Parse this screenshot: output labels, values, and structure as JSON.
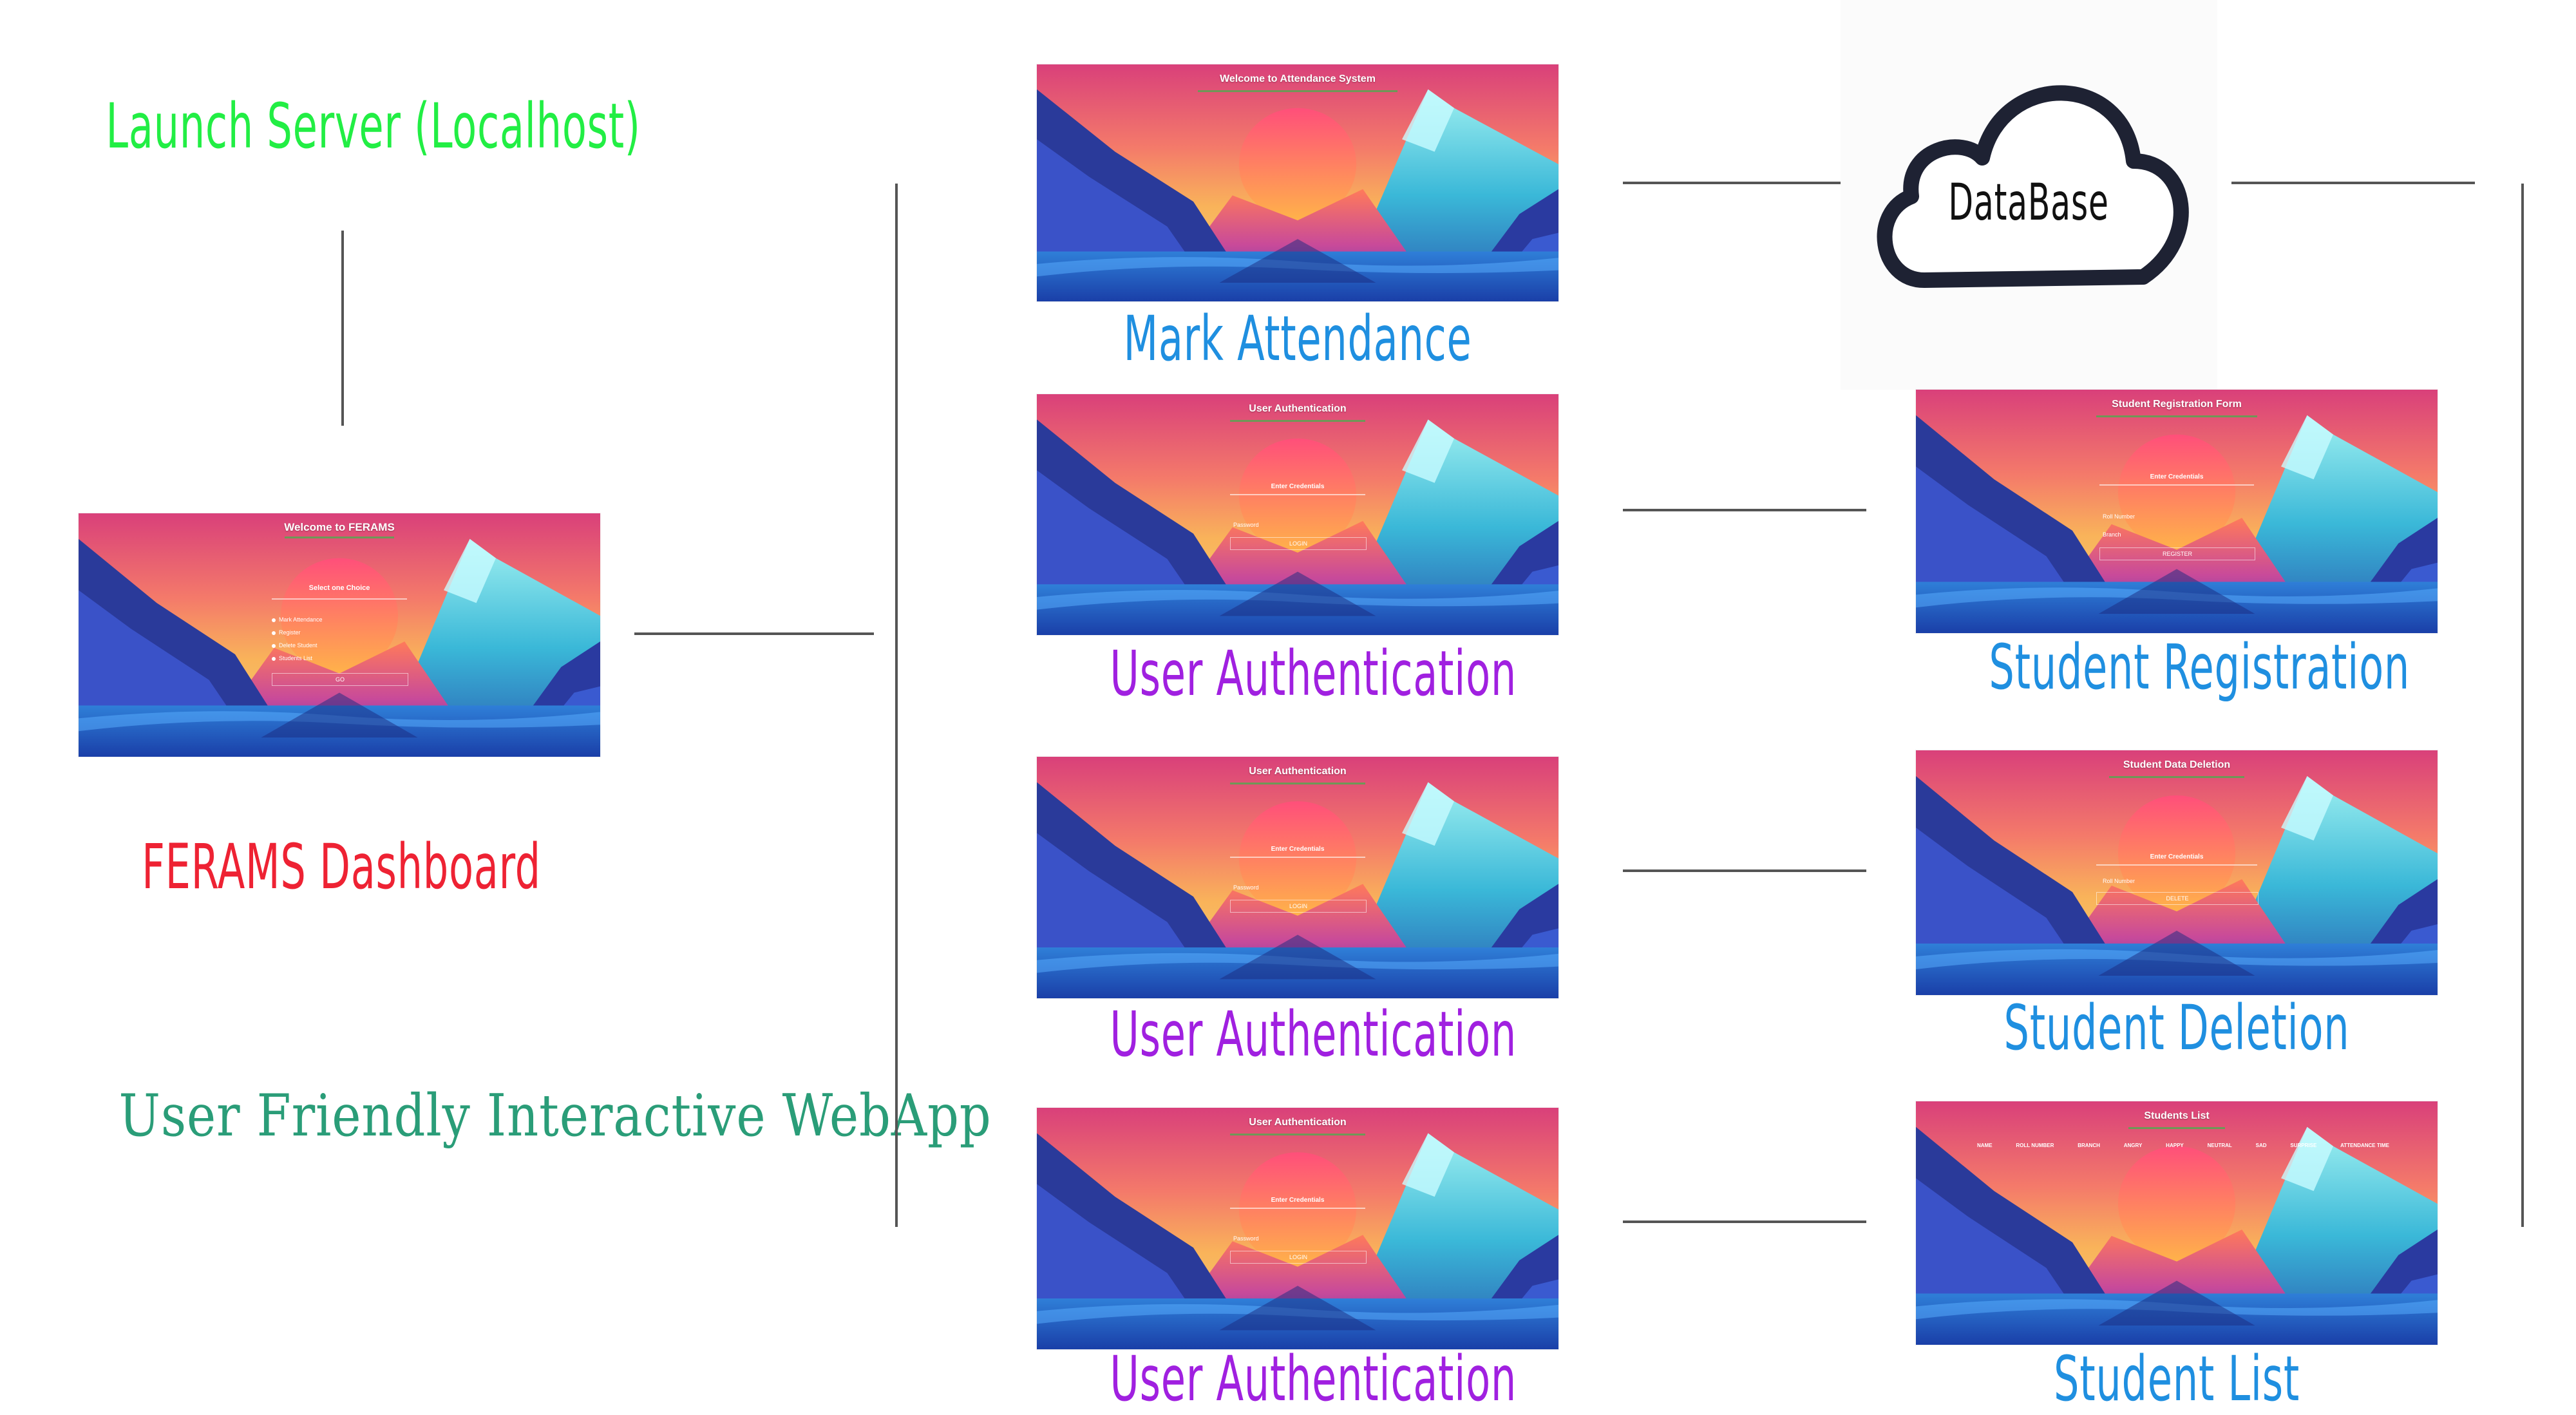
{
  "labels": {
    "launch_server": "Launch Server (Localhost)",
    "dashboard": "FERAMS Dashboard",
    "webapp": "User Friendly Interactive WebApp",
    "mark_attendance": "Mark Attendance",
    "user_auth_1": "User Authentication",
    "user_auth_2": "User Authentication",
    "user_auth_3": "User Authentication",
    "student_registration": "Student Registration",
    "student_deletion": "Student Deletion",
    "student_list": "Student List",
    "database": "DataBase"
  },
  "screens": {
    "dashboard": {
      "title": "Welcome to FERAMS",
      "subtitle": "Select one Choice",
      "options": [
        "Mark Attendance",
        "Register",
        "Delete Student",
        "Students List"
      ],
      "button": "GO"
    },
    "attendance": {
      "title": "Welcome to Attendance System"
    },
    "auth1": {
      "title": "User Authentication",
      "subtitle": "Enter Credentials",
      "field": "Password",
      "button": "LOGIN"
    },
    "auth2": {
      "title": "User Authentication",
      "subtitle": "Enter Credentials",
      "field": "Password",
      "button": "LOGIN"
    },
    "auth3": {
      "title": "User Authentication",
      "subtitle": "Enter Credentials",
      "field": "Password",
      "button": "LOGIN"
    },
    "registration": {
      "title": "Student Registration Form",
      "subtitle": "Enter Credentials",
      "fields": [
        "Roll Number",
        "Branch"
      ],
      "button": "REGISTER"
    },
    "deletion": {
      "title": "Student Data Deletion",
      "subtitle": "Enter Credentials",
      "field": "Roll Number",
      "button": "DELETE"
    },
    "list": {
      "title": "Students List",
      "columns": [
        "NAME",
        "ROLL NUMBER",
        "BRANCH",
        "ANGRY",
        "HAPPY",
        "NEUTRAL",
        "SAD",
        "SURPRISE",
        "ATTENDANCE TIME"
      ]
    }
  },
  "colors": {
    "launch_server": "#22ee44",
    "dashboard": "#ee2233",
    "webapp": "#2a9d78",
    "mark_attendance": "#1f8fe0",
    "user_auth": "#a020e0",
    "student_screens": "#1f8fe0",
    "database_text": "#111111",
    "connector": "#555555"
  },
  "icons": {
    "database": "cloud-icon"
  }
}
